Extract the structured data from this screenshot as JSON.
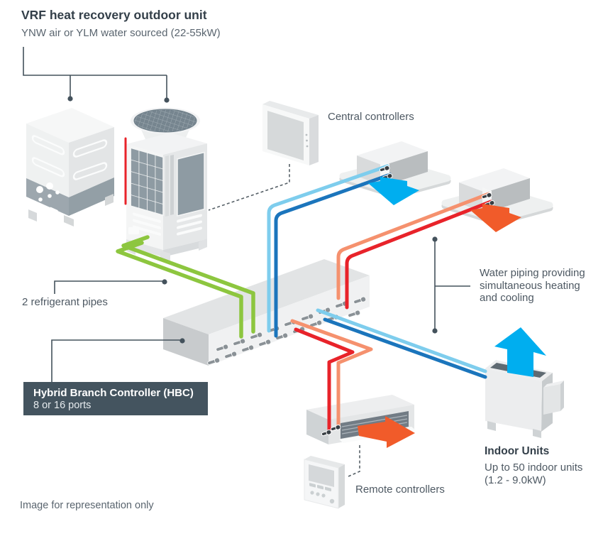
{
  "header": {
    "title": "VRF heat recovery outdoor unit",
    "subtitle": "YNW air or YLM water sourced (22-55kW)"
  },
  "labels": {
    "central_controllers": "Central controllers",
    "water_piping": "Water piping providing\nsimultaneous heating\nand cooling",
    "refrigerant_pipes": "2 refrigerant pipes",
    "remote_controllers": "Remote controllers",
    "footnote": "Image for representation only"
  },
  "hbc": {
    "title": "Hybrid Branch Controller (HBC)",
    "subtitle": "8 or 16 ports"
  },
  "indoor_units": {
    "title": "Indoor Units",
    "subtitle": "Up to 50 indoor units\n(1.2 - 9.0kW)"
  },
  "colors": {
    "green_pipe": "#8DC63F",
    "light_blue_pipe": "#7ECDED",
    "dark_blue_pipe": "#1B75BC",
    "red_pipe": "#E8232A",
    "salmon_pipe": "#F5916E",
    "cool_arrow": "#00AEEF",
    "heat_arrow": "#F15B2A",
    "leader_line": "#44525C",
    "label_box_bg": "#44545F"
  }
}
